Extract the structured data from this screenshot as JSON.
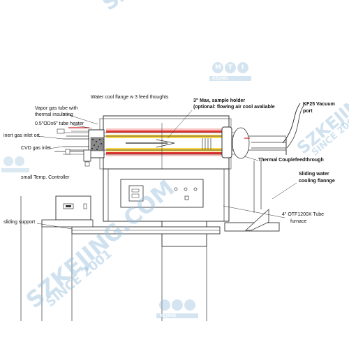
{
  "labels": {
    "water_cool_flange": "Water cool flange w 3 feed thoughts",
    "sample_holder_1": "3\" Max, sample holder",
    "sample_holder_2": "(optional: flowing air cool avaliable",
    "kf25_1": "KF25 Vacuum",
    "kf25_2": "port",
    "vapor_tube_1": "Vapor gas tube with",
    "vapor_tube_2": "thermal insulating",
    "tube_heater": "0.5\"ODx6\" tube heater",
    "inert_gas": "inert gas inlet ort",
    "cvd_gas": "CVD gas inlet",
    "thermocouple": "Thermal Couplefeedthrough",
    "sliding_flange_1": "Sliding water",
    "sliding_flange_2": "cooling flannge",
    "temp_controller": "small Temp. Controller",
    "sliding_support": "sliding support",
    "furnace_1": "4\" OTF1200X Tube",
    "furnace_2": "furnace"
  },
  "watermarks": {
    "brand": "SZKEJING.COM",
    "since": "SINCE 2001",
    "logo_letters": [
      "M",
      "T",
      "I"
    ],
    "logo_caption": "KEJING"
  },
  "colors": {
    "heater_red": "#e0322d",
    "heater_yellow": "#f7d44a",
    "watermark_blue": "#96bedc"
  }
}
